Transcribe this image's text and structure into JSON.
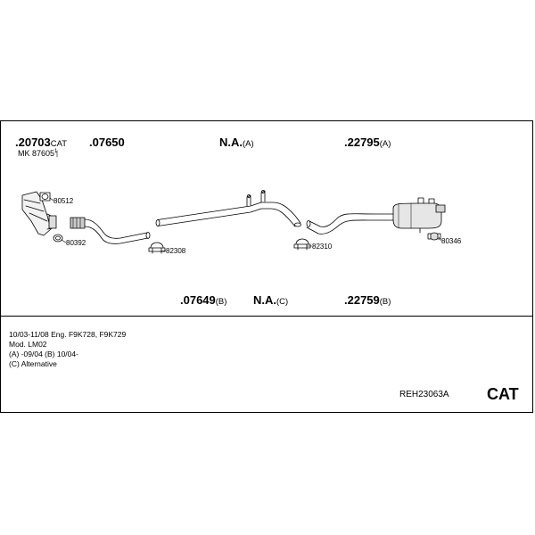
{
  "parts_top": [
    {
      "number": ".20703",
      "suffix": "CAT"
    },
    {
      "number": ".07650",
      "suffix": ""
    },
    {
      "number": "N.A.",
      "suffix": "(A)"
    },
    {
      "number": ".22795",
      "suffix": "(A)"
    }
  ],
  "mk_label": "MK 87605",
  "mk_mark": "1",
  "small_parts": [
    "80512",
    "80392",
    "82308",
    "82310",
    "80346"
  ],
  "parts_bottom": [
    {
      "number": ".07649",
      "suffix": "(B)"
    },
    {
      "number": "N.A.",
      "suffix": "(C)"
    },
    {
      "number": ".22759",
      "suffix": "(B)"
    }
  ],
  "info_lines": [
    "10/03-11/08   Eng. F9K728, F9K729",
    "Mod. LM02",
    "(A) -09/04 (B) 10/04-",
    "(C) Alternative"
  ],
  "reference": "REH23063A",
  "category": "CAT"
}
